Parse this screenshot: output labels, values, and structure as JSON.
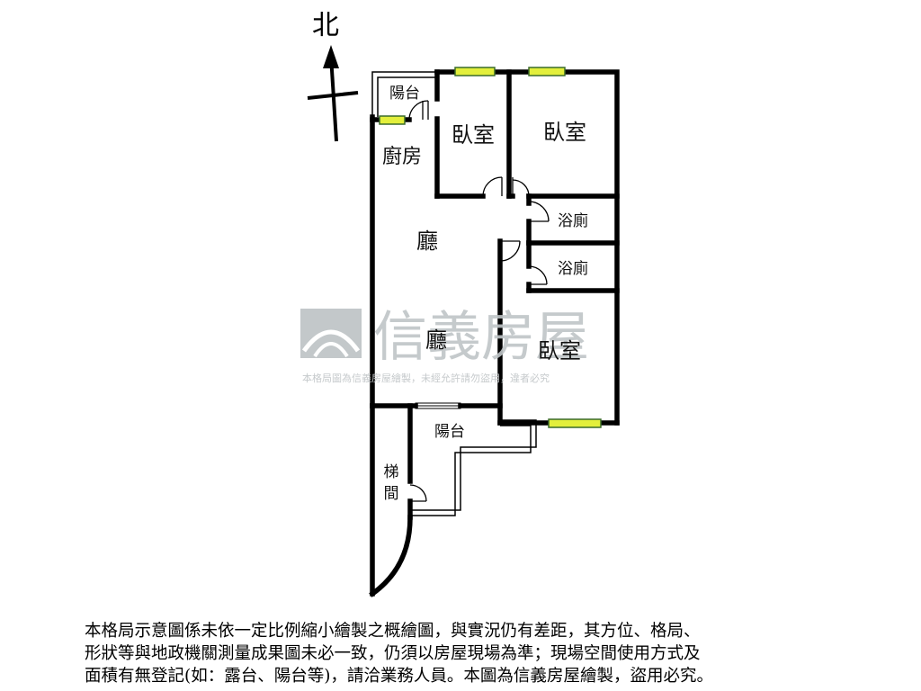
{
  "compass": {
    "label": "北"
  },
  "rooms": {
    "balcony_north": "陽台",
    "kitchen": "廚房",
    "bedroom_1": "臥室",
    "bedroom_2": "臥室",
    "bathroom_1": "浴廁",
    "bathroom_2": "浴廁",
    "living_1": "廳",
    "living_2": "廳",
    "bedroom_3": "臥室",
    "balcony_south": "陽台",
    "stairwell_1": "梯",
    "stairwell_2": "間"
  },
  "watermark": {
    "brand": "信義房屋",
    "notice": "本格局圖為信義房屋繪製，未經允許請勿盜用，違者必究"
  },
  "disclaimer": {
    "line1": "本格局示意圖係未依一定比例縮小繪製之概繪圖，與實況仍有差距，其方位、格局、",
    "line2": "形狀等與地政機關測量成果圖未必一致，仍須以房屋現場為準；現場空間使用方式及",
    "line3": "面積有無登記(如：露台、陽台等)，請洽業務人員。本圖為信義房屋繪製，盜用必究。"
  },
  "colors": {
    "wall": "#000000",
    "window_fill": "#e3ef3c",
    "window_frame": "#3a6b2a",
    "watermark": "#bfc4c6"
  }
}
